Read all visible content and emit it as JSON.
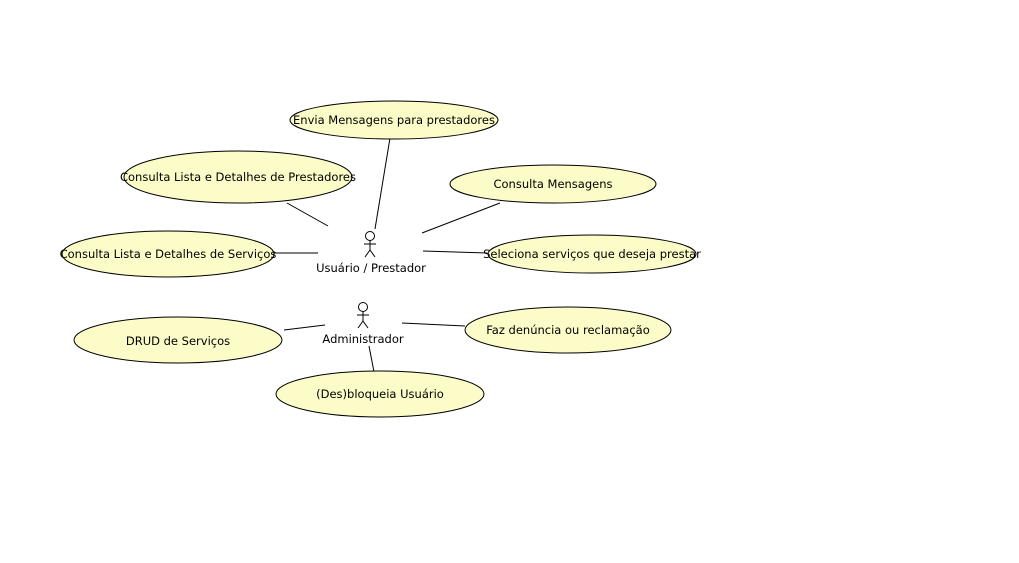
{
  "actors": [
    {
      "id": "user",
      "name": "Usuário / Prestador"
    },
    {
      "id": "admin",
      "name": "Administrador"
    }
  ],
  "use_cases": [
    {
      "id": "envia",
      "label": "Envia Mensagens para prestadores"
    },
    {
      "id": "cons_prest",
      "label": "Consulta Lista e Detalhes de Prestadores"
    },
    {
      "id": "cons_msg",
      "label": "Consulta Mensagens"
    },
    {
      "id": "cons_serv",
      "label": "Consulta Lista e Detalhes de Serviços"
    },
    {
      "id": "seleciona",
      "label": "Seleciona serviços que deseja prestar"
    },
    {
      "id": "drud",
      "label": "DRUD de Serviços"
    },
    {
      "id": "denuncia",
      "label": "Faz denúncia ou reclamação"
    },
    {
      "id": "bloqueia",
      "label": "(Des)bloqueia Usuário"
    }
  ],
  "associations": [
    {
      "actor": "user",
      "use_case": "envia"
    },
    {
      "actor": "user",
      "use_case": "cons_prest"
    },
    {
      "actor": "user",
      "use_case": "cons_msg"
    },
    {
      "actor": "user",
      "use_case": "cons_serv"
    },
    {
      "actor": "user",
      "use_case": "seleciona"
    },
    {
      "actor": "admin",
      "use_case": "drud"
    },
    {
      "actor": "admin",
      "use_case": "denuncia"
    },
    {
      "actor": "admin",
      "use_case": "bloqueia"
    }
  ]
}
